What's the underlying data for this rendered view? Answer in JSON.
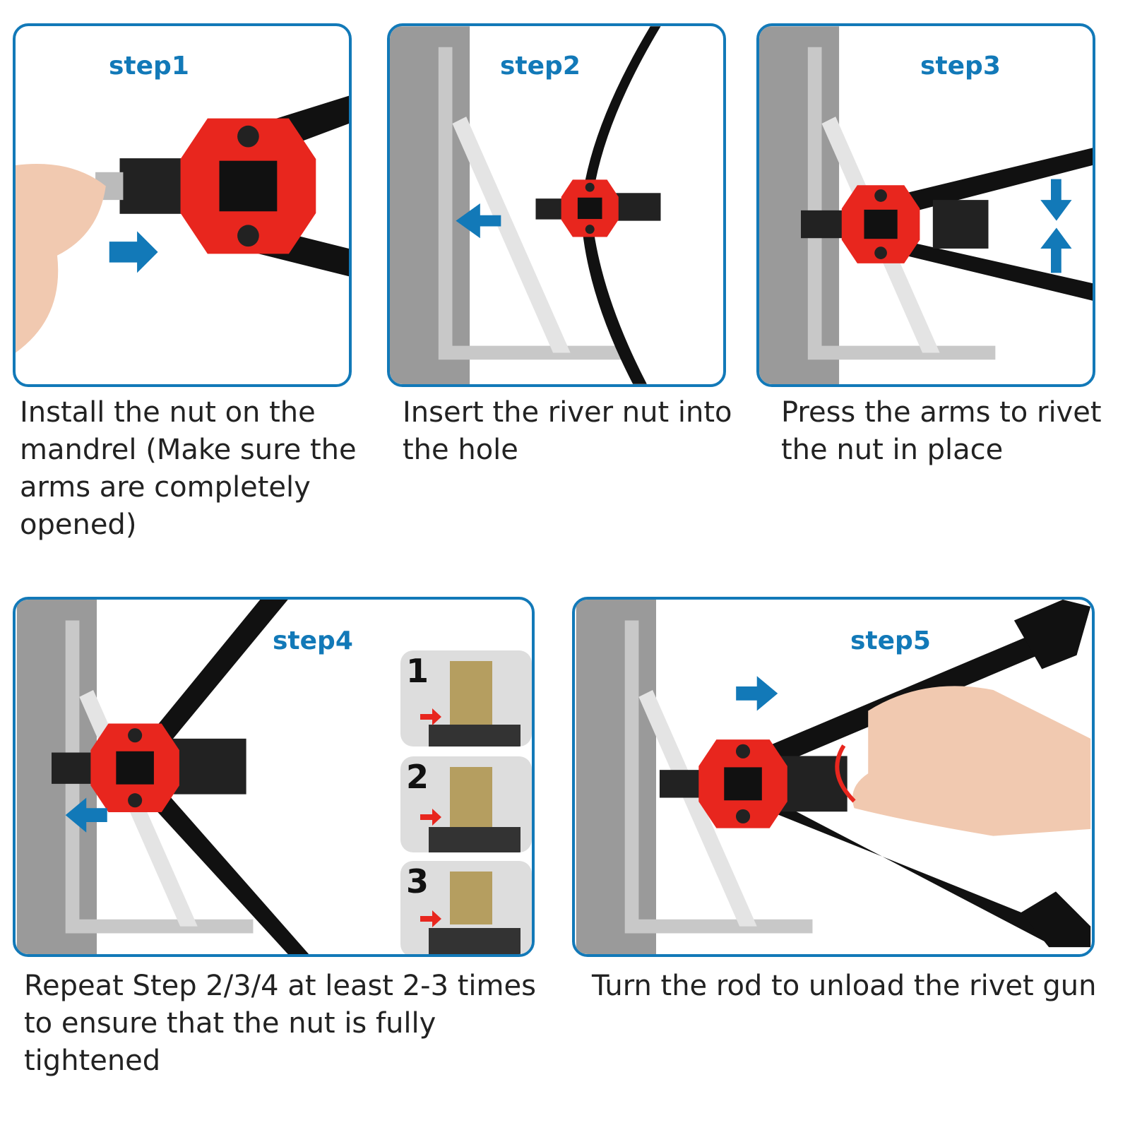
{
  "steps": [
    {
      "label": "step1",
      "caption_lines": [
        "Install the nut on the",
        "mandrel (Make sure the",
        "arms are completely",
        "opened)"
      ]
    },
    {
      "label": "step2",
      "caption_lines": [
        "Insert the river nut into",
        "the hole"
      ]
    },
    {
      "label": "step3",
      "caption_lines": [
        "Press the arms to rivet",
        "the nut in place"
      ]
    },
    {
      "label": "step4",
      "caption_lines": [
        "Repeat Step 2/3/4 at least 2-3 times",
        "to ensure that the nut is fully",
        "tightened"
      ],
      "thumbnails": [
        "1",
        "2",
        "3"
      ]
    },
    {
      "label": "step5",
      "caption_lines": [
        "Turn the rod to unload the rivet gun"
      ]
    }
  ],
  "colors": {
    "border": "#1279b8",
    "tool_red": "#e8261e",
    "arrow_blue": "#1279b8"
  }
}
